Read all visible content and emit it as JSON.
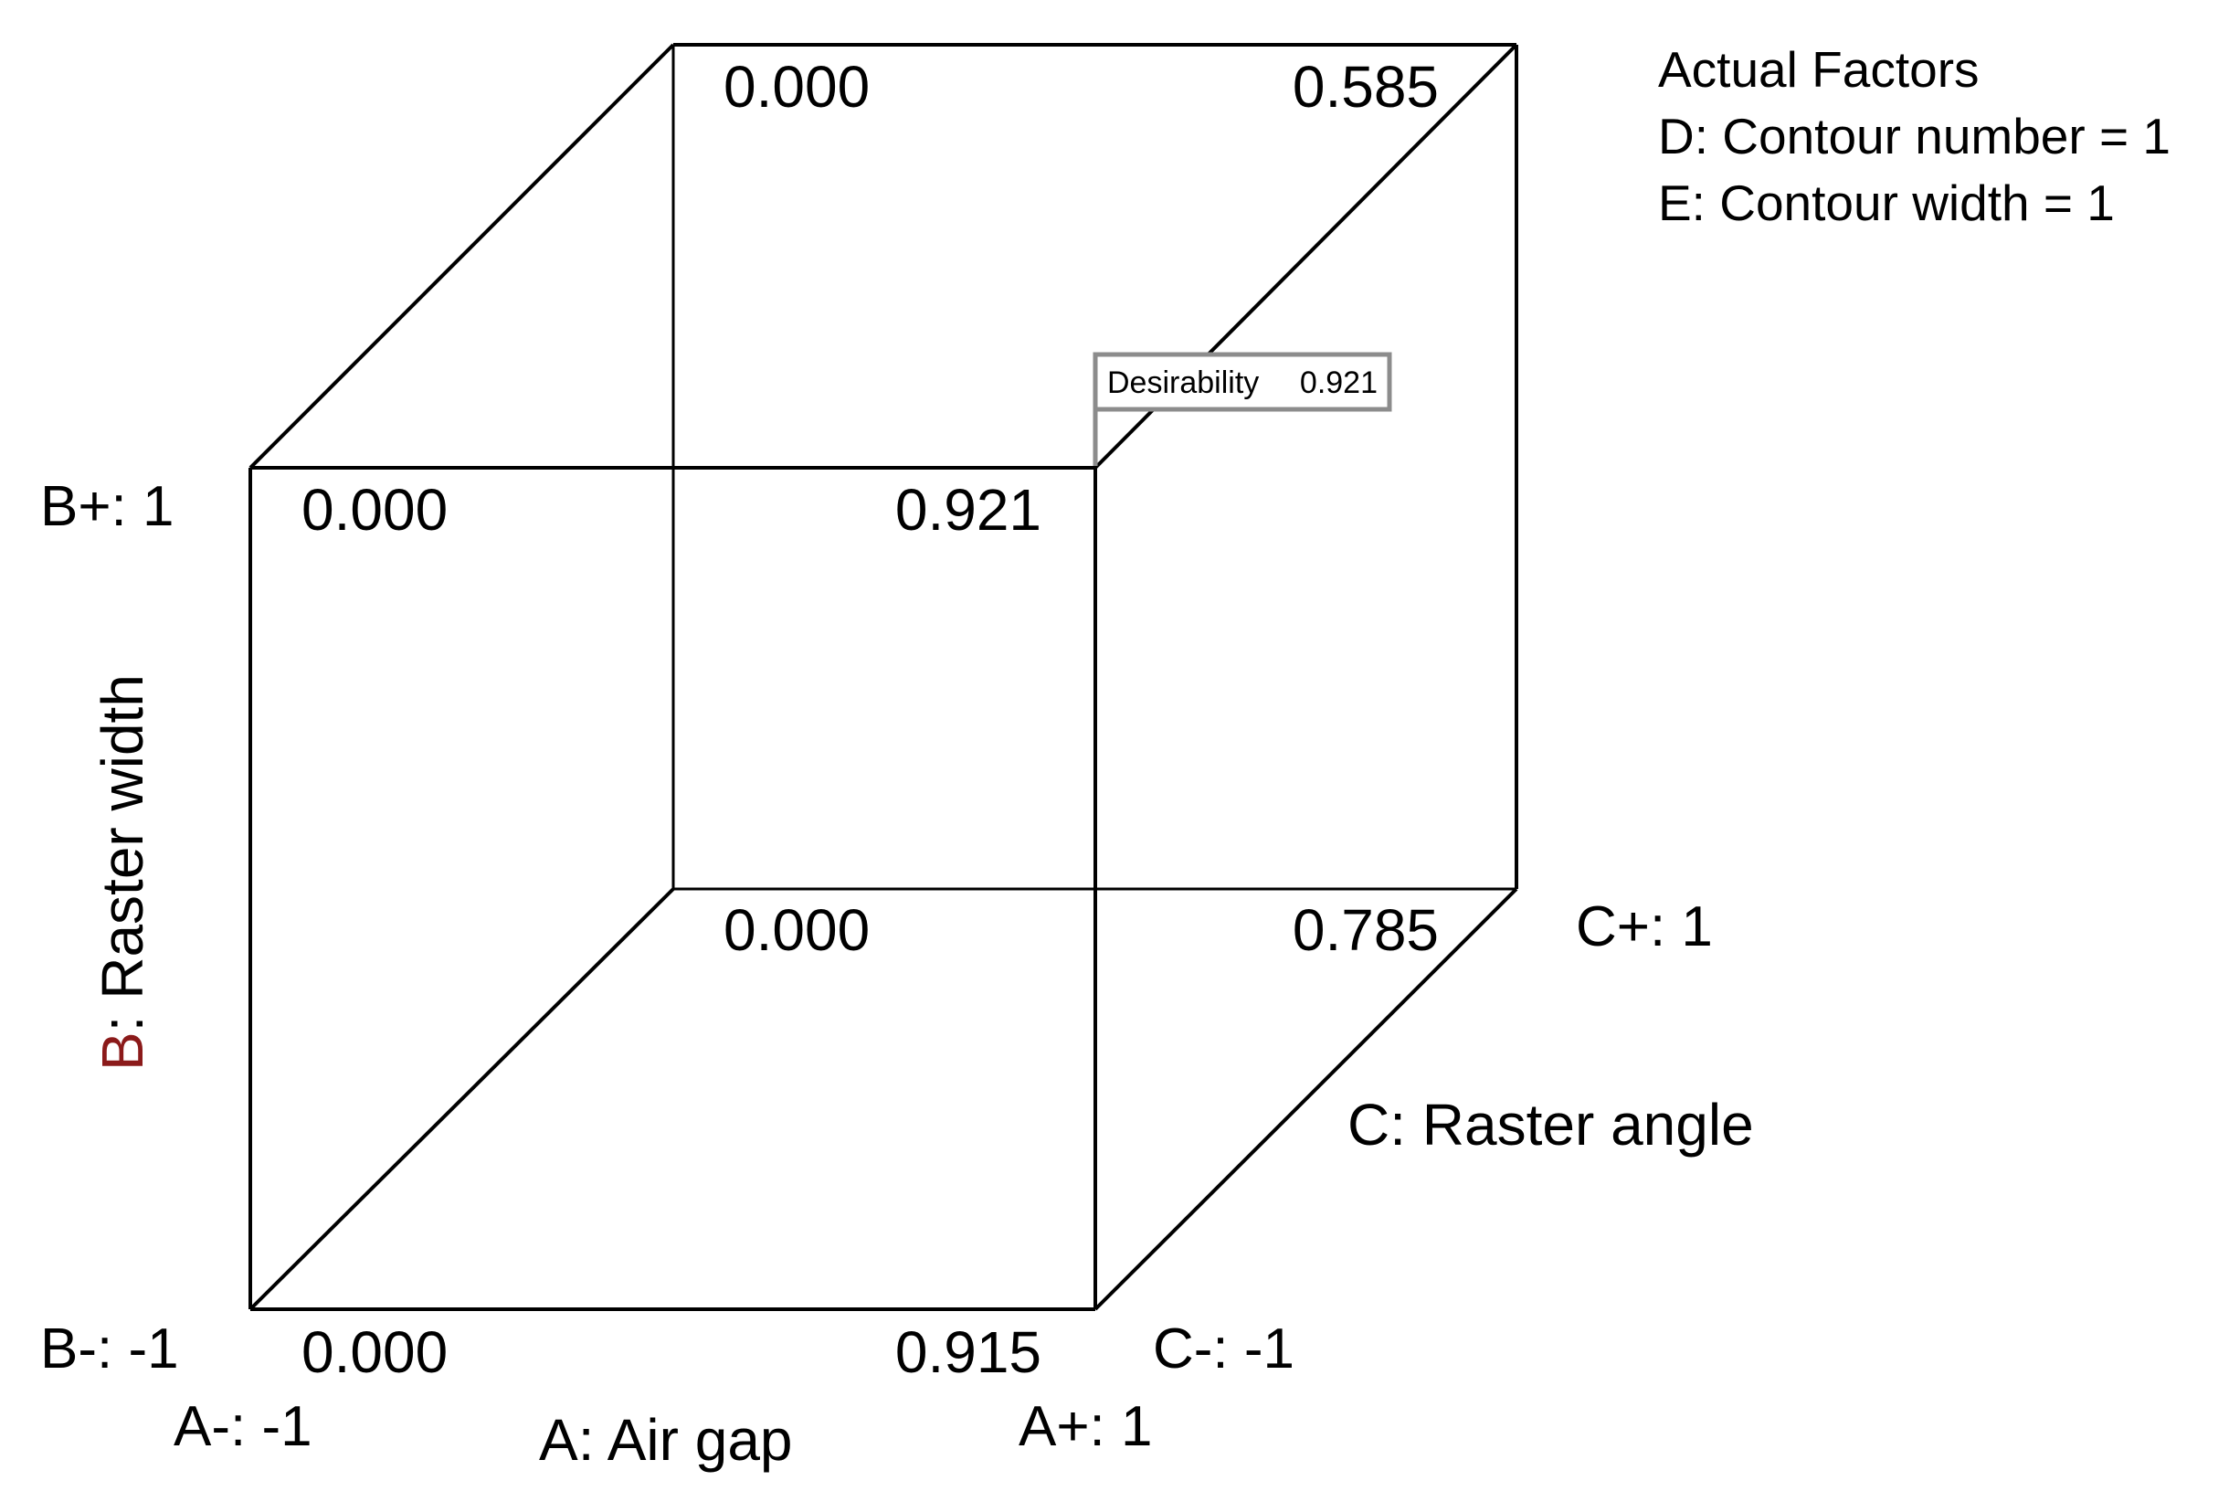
{
  "chart_data": {
    "type": "cube",
    "response_name": "Desirability",
    "axes": {
      "A": {
        "title": "A: Air gap",
        "low_label": "A-: -1",
        "high_label": "A+: 1"
      },
      "B": {
        "title": "B: Raster width",
        "low_label": "B-: -1",
        "high_label": "B+: 1"
      },
      "C": {
        "title": "C: Raster angle",
        "low_label": "C-: -1",
        "high_label": "C+: 1"
      }
    },
    "corners": [
      {
        "A": -1,
        "B": -1,
        "C": -1,
        "value": "0.000"
      },
      {
        "A": 1,
        "B": -1,
        "C": -1,
        "value": "0.915"
      },
      {
        "A": -1,
        "B": 1,
        "C": -1,
        "value": "0.000"
      },
      {
        "A": 1,
        "B": 1,
        "C": -1,
        "value": "0.921"
      },
      {
        "A": -1,
        "B": -1,
        "C": 1,
        "value": "0.000"
      },
      {
        "A": 1,
        "B": -1,
        "C": 1,
        "value": "0.785"
      },
      {
        "A": -1,
        "B": 1,
        "C": 1,
        "value": "0.000"
      },
      {
        "A": 1,
        "B": 1,
        "C": 1,
        "value": "0.585"
      }
    ],
    "actual_factors": {
      "heading": "Actual Factors",
      "lines": [
        "D: Contour number = 1",
        "E: Contour width = 1"
      ]
    },
    "tooltip": {
      "label": "Desirability",
      "value": "0.921",
      "at": {
        "A": 1,
        "B": 1,
        "C": -1
      }
    }
  },
  "colors": {
    "line": "#000000",
    "tooltip_border": "#8c8c8c",
    "b_axis_accent": "#8b1a1a"
  }
}
